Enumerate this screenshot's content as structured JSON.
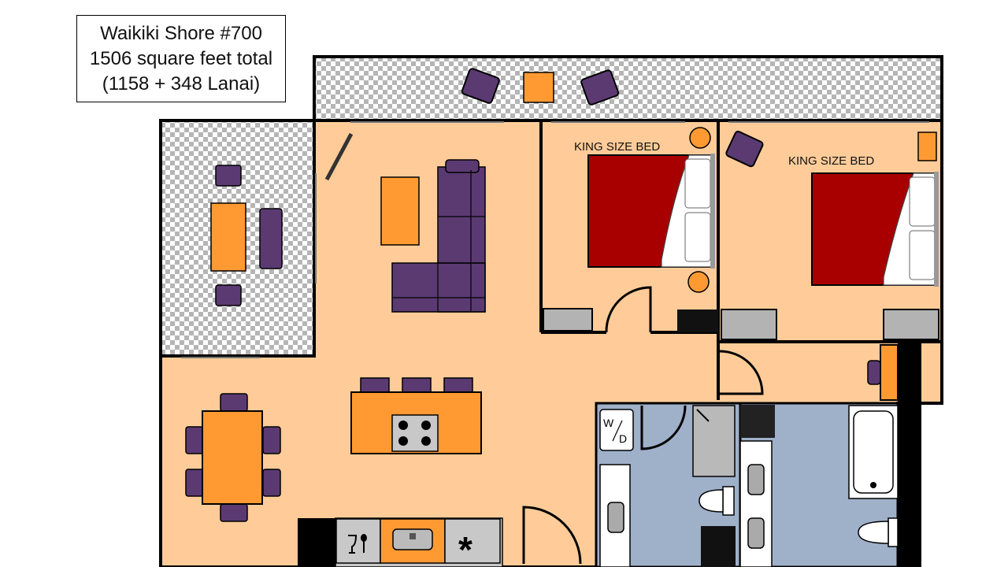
{
  "title": {
    "line1": "Waikiki Shore #700",
    "line2": "1506 square feet total",
    "line3": "(1158 + 348 Lanai)"
  },
  "bedroom1": {
    "bed_label": "KING SIZE BED"
  },
  "bedroom2": {
    "bed_label": "KING SIZE BED"
  },
  "laundry": {
    "label": "W/D",
    "top": "W",
    "bottom": "D"
  },
  "colors": {
    "floor": "#ffcc99",
    "lanai_check": "#b5b5b5",
    "bath": "#9fb0c9",
    "furniture": "#5b3a72",
    "table": "#ff9a33",
    "bed": "#a80000",
    "wall": "#000000",
    "closet": "#b3b3b3"
  },
  "icons": [
    "checker-pattern",
    "wine-glass-icon",
    "spoon-icon",
    "asterisk-icon",
    "sink-icon",
    "stove-icon",
    "toilet-icon",
    "bathtub-icon"
  ]
}
